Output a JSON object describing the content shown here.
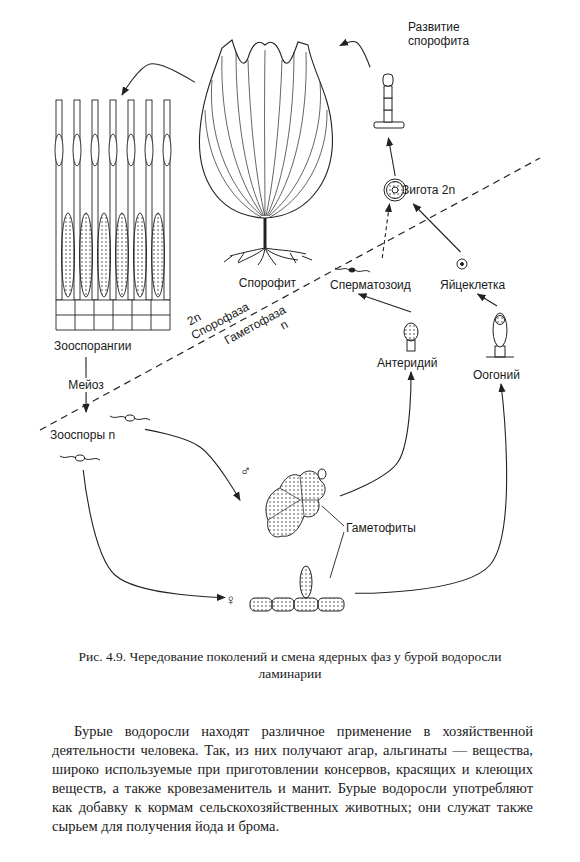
{
  "diagram": {
    "caption": "Рис. 4.9. Чередование поколений и смена ядерных фаз у бурой водоросли ламинарии",
    "nodes": [
      {
        "text": [
          "Развитие спорофита"
        ]
      },
      {
        "text": [
          "Спорофит"
        ]
      },
      {
        "text": [
          "Зигота 2n"
        ]
      },
      {
        "text": [
          "Зооспорангии"
        ]
      },
      {
        "text": [
          "Сперматозоид"
        ]
      },
      {
        "text": [
          "Яйцеклетка"
        ]
      },
      {
        "text": [
          "Антеридий"
        ]
      },
      {
        "text": [
          "Оогоний"
        ]
      },
      {
        "text": [
          "Зооспоры n"
        ]
      },
      {
        "text": [
          "♂"
        ]
      },
      {
        "text": [
          "♀"
        ]
      }
    ],
    "edges": [
      {
        "from": 1,
        "to": 3,
        "arrow": "to"
      },
      {
        "from": 3,
        "to": 8,
        "label": "Мейоз",
        "arrow": "to"
      },
      {
        "from": 8,
        "to": 9,
        "arrow": "to"
      },
      {
        "from": 8,
        "to": 10,
        "arrow": "to"
      },
      {
        "from": 9,
        "to": 6,
        "arrow": "to"
      },
      {
        "from": 10,
        "to": 7,
        "arrow": "to"
      },
      {
        "from": 6,
        "to": 4,
        "arrow": "to"
      },
      {
        "from": 7,
        "to": 5,
        "arrow": "to"
      },
      {
        "from": 4,
        "to": 2,
        "arrow": "to"
      },
      {
        "from": 5,
        "to": 2,
        "arrow": "to"
      },
      {
        "from": 2,
        "to": 0,
        "arrow": "to"
      },
      {
        "from": 0,
        "to": 1,
        "arrow": "to"
      }
    ],
    "labels": [
      "2n",
      "Спорофаза",
      "Гаметофаза",
      "n",
      "Гаметофиты",
      "Бурые водоросли находят различное применение в хозяйственной деятельности человека. Так, из них получают агар, альгинаты — вещества, широко используемые при приготовлении консервов, красящих и клеющих веществ, а также кровезаменитель и манит. Бурые водоросли употребляют как добавку к кормам сельскохозяйственных животных; они служат также сырьем для получения йода и брома."
    ]
  }
}
